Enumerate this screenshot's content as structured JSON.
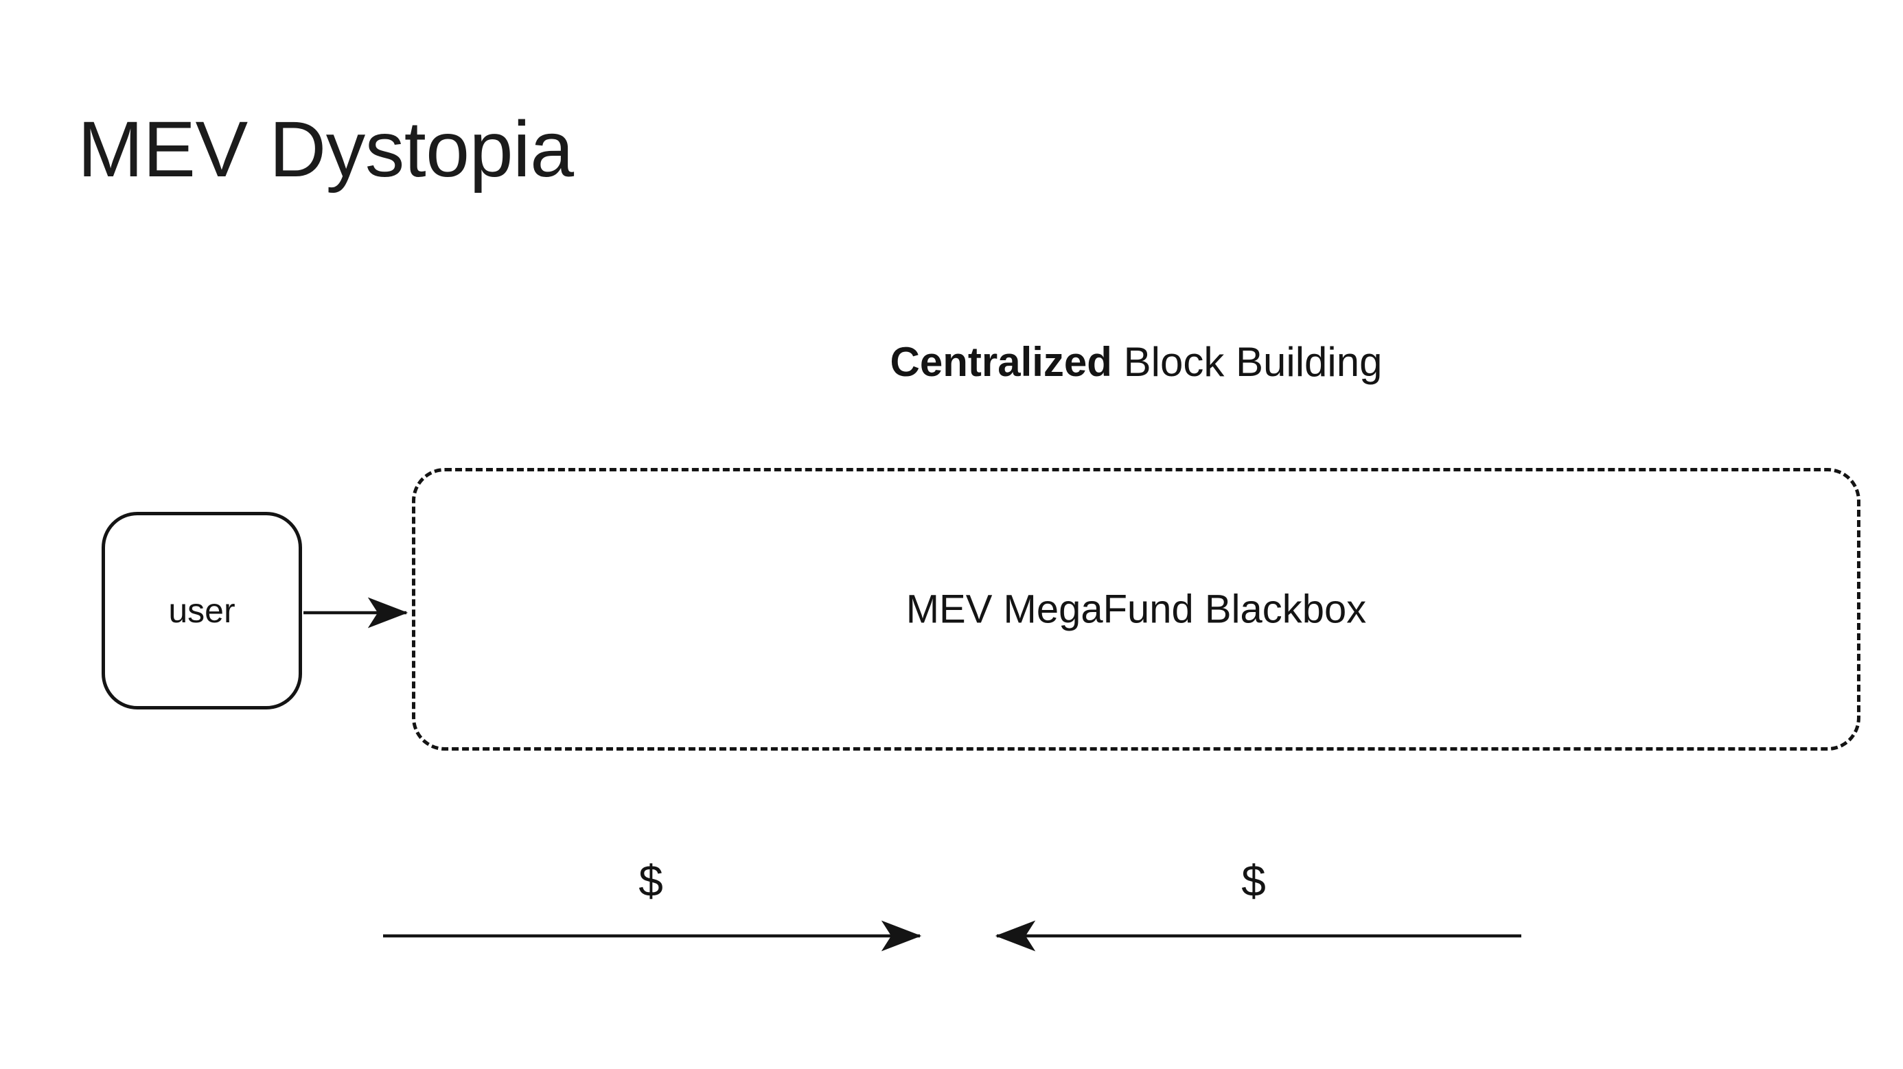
{
  "slide": {
    "title": "MEV Dystopia",
    "background_color": "#ffffff",
    "ink_color": "#141414"
  },
  "diagram": {
    "caption": {
      "emphasis": "Centralized",
      "rest": " Block Building",
      "full_text": "Centralized Block Building"
    },
    "nodes": [
      {
        "id": "user",
        "label": "user",
        "shape": "rounded-rectangle",
        "style": "solid-border"
      },
      {
        "id": "blackbox",
        "label": "MEV MegaFund Blackbox",
        "shape": "rounded-rectangle",
        "style": "dashed-border"
      }
    ],
    "edges": [
      {
        "id": "user-to-blackbox",
        "from": "user",
        "to": "blackbox",
        "direction": "right",
        "label": ""
      },
      {
        "id": "value-out",
        "from": "left",
        "to": "center",
        "direction": "right",
        "label": "$"
      },
      {
        "id": "value-in",
        "from": "right",
        "to": "center",
        "direction": "left",
        "label": "$"
      }
    ],
    "money_labels": {
      "left": "$",
      "right": "$"
    }
  }
}
